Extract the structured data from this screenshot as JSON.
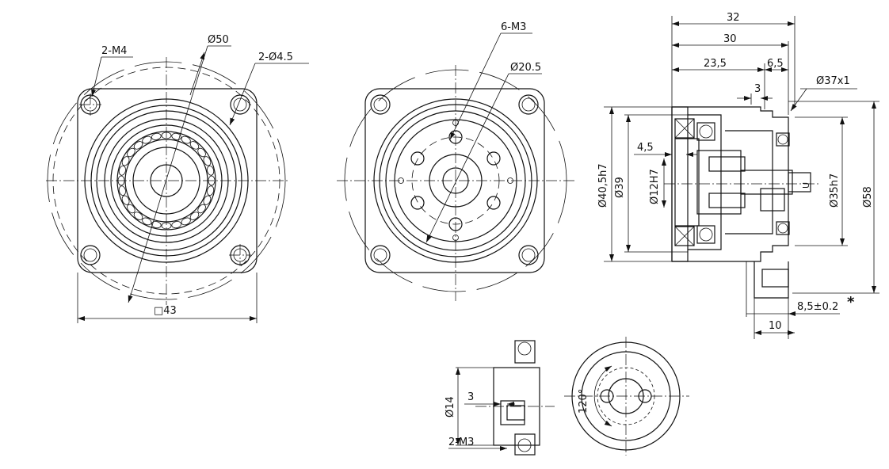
{
  "labels": {
    "holes_m4": "2-M4",
    "dia_50": "Ø50",
    "holes_45": "2-Ø4.5",
    "square_43": "□43",
    "holes_m3_6": "6-M3",
    "dia_205": "Ø20.5",
    "len_32": "32",
    "len_30": "30",
    "len_235": "23,5",
    "len_65": "6,5",
    "len_3_top": "3",
    "thread_37": "Ø37x1",
    "len_45": "4,5",
    "dia_405": "Ø40,5h7",
    "dia_39": "Ø39",
    "dia_12": "Ø12H7",
    "dia_35": "Ø35h7",
    "dia_58": "Ø58",
    "len_85": "8,5±0.2",
    "star": "*",
    "len_10": "10",
    "dia_14": "Ø14",
    "len_3_bot": "3",
    "holes_m3_2": "2-M3",
    "angle_120": "120°"
  }
}
